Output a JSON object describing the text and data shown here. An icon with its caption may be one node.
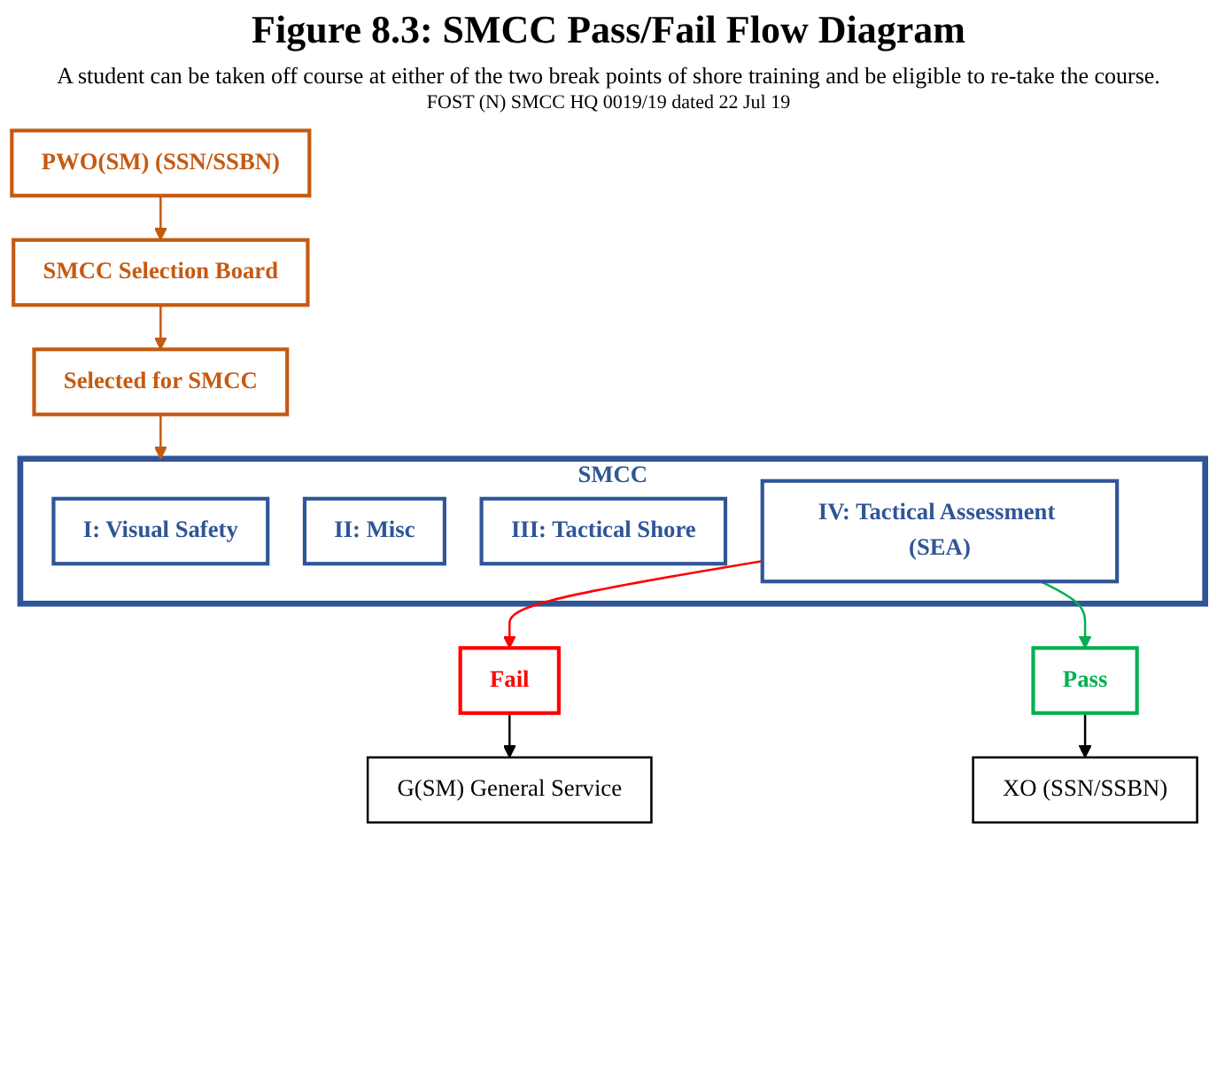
{
  "diagram": {
    "title": "Figure 8.3: SMCC Pass/Fail Flow Diagram",
    "nodes": [
      {
        "text": [
          "PWO(SM) (SSN/SSBN)"
        ]
      },
      {
        "text": [
          "SMCC Selection Board"
        ]
      },
      {
        "text": [
          "Selected for SMCC"
        ]
      },
      {
        "text": [
          "SMCC"
        ]
      },
      {
        "text": [
          "I: Visual Safety"
        ],
        "in": 3
      },
      {
        "text": [
          "II: Misc"
        ],
        "in": 3
      },
      {
        "text": [
          "III: Tactical Shore"
        ],
        "in": 3
      },
      {
        "text": [
          "IV: Tactical Assessment (SEA)"
        ],
        "in": 3
      },
      {
        "text": [
          "Fail"
        ]
      },
      {
        "text": [
          "Pass"
        ]
      },
      {
        "text": [
          "G(SM) General Service"
        ]
      },
      {
        "text": [
          "XO (SSN/SSBN)"
        ]
      }
    ],
    "edges": [
      {
        "from": 0,
        "to": 1,
        "arrow": "to",
        "color": "#c55a11"
      },
      {
        "from": 1,
        "to": 2,
        "arrow": "to",
        "color": "#c55a11"
      },
      {
        "from": 2,
        "to": 3,
        "arrow": "to",
        "color": "#c55a11"
      },
      {
        "from": 7,
        "to": 8,
        "arrow": "to",
        "color": "#ff0000"
      },
      {
        "from": 7,
        "to": 9,
        "arrow": "to",
        "color": "#00b050"
      },
      {
        "from": 8,
        "to": 10,
        "arrow": "to",
        "color": "#000000"
      },
      {
        "from": 9,
        "to": 11,
        "arrow": "to",
        "color": "#000000"
      }
    ],
    "labels": [
      "A student can be taken off course at either of the two break points of shore training and be eligible to re-take the course.",
      "FOST (N) SMCC HQ 0019/19 dated 22 Jul 19"
    ]
  }
}
